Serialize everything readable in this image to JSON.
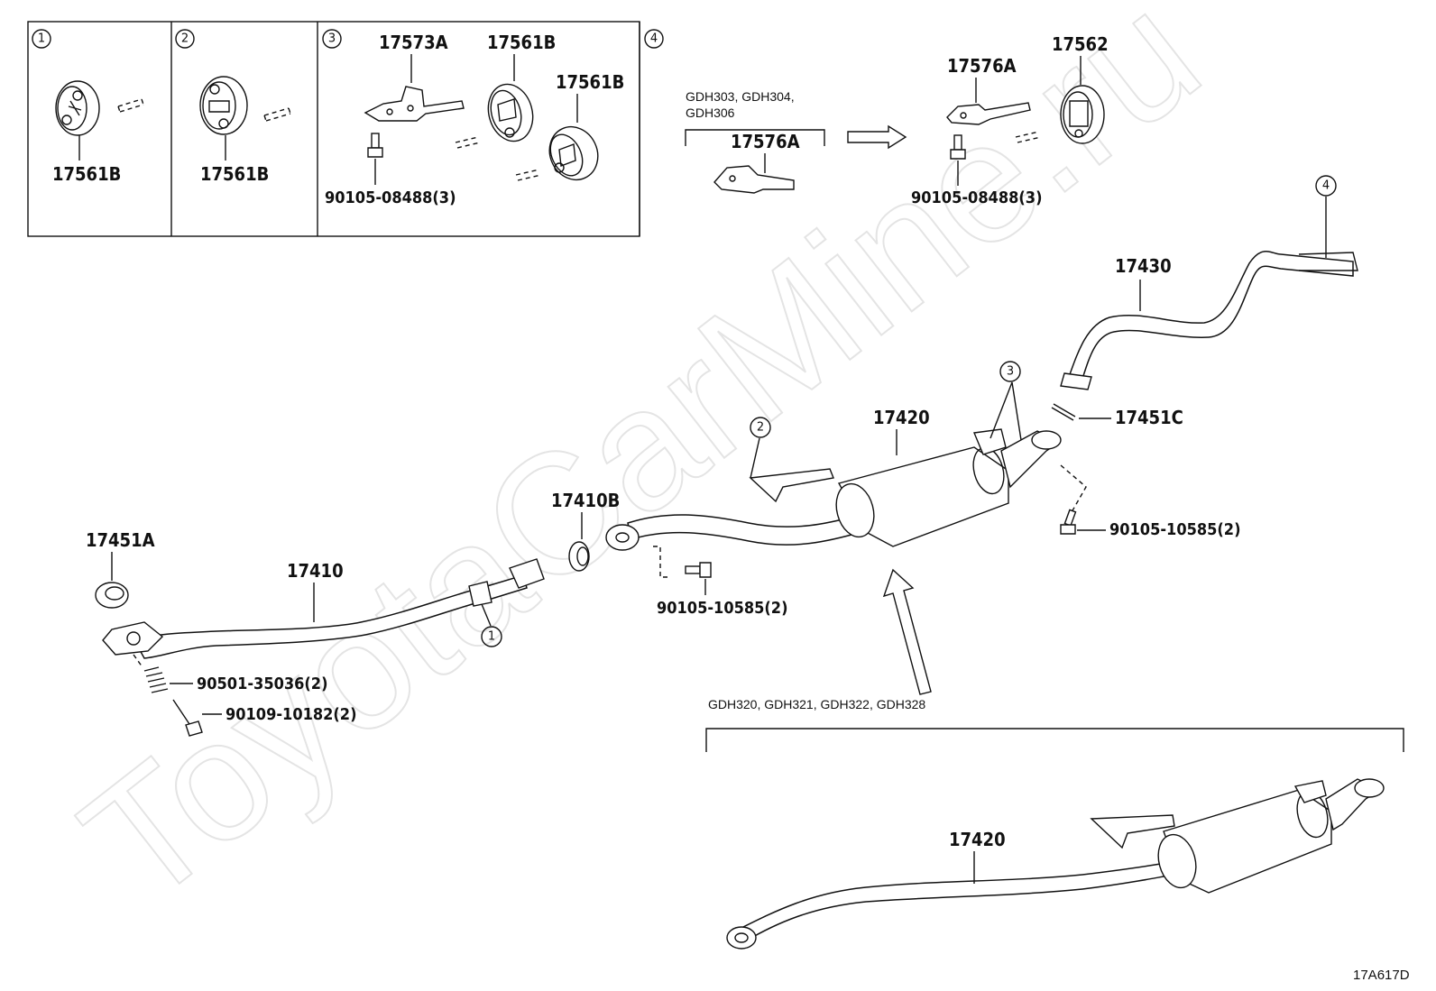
{
  "watermark": "ToyotaCarMine.ru",
  "diagram_code": "17A617D",
  "callouts": {
    "c1": "1",
    "c2": "2",
    "c3": "3",
    "c4": "4"
  },
  "detail_boxes": {
    "box1": {
      "index": "1",
      "part": "17561B"
    },
    "box2": {
      "index": "2",
      "part": "17561B"
    },
    "box3": {
      "index": "3",
      "bracket": "17573A",
      "insulator_a": "17561B",
      "insulator_b": "17561B",
      "bolt": "90105-08488(3)"
    },
    "box4": {
      "index": "4",
      "models_line1": "GDH303, GDH304,",
      "models_line2": "GDH306",
      "old_bracket": "17576A",
      "new_bracket": "17576A",
      "insulator": "17562",
      "bolt": "90105-08488(3)"
    }
  },
  "parts": {
    "gasket_front": "17451A",
    "front_pipe": "17410",
    "gasket_ring": "17410B",
    "center_pipe": "17420",
    "tail_pipe": "17430",
    "gasket_tail": "17451C",
    "bolt_a": "90105-10585(2)",
    "bolt_b": "90105-10585(2)",
    "spring": "90501-35036(2)",
    "bolt_front": "90109-10182(2)"
  },
  "variant": {
    "models": "GDH320, GDH321, GDH322, GDH328",
    "part": "17420"
  }
}
